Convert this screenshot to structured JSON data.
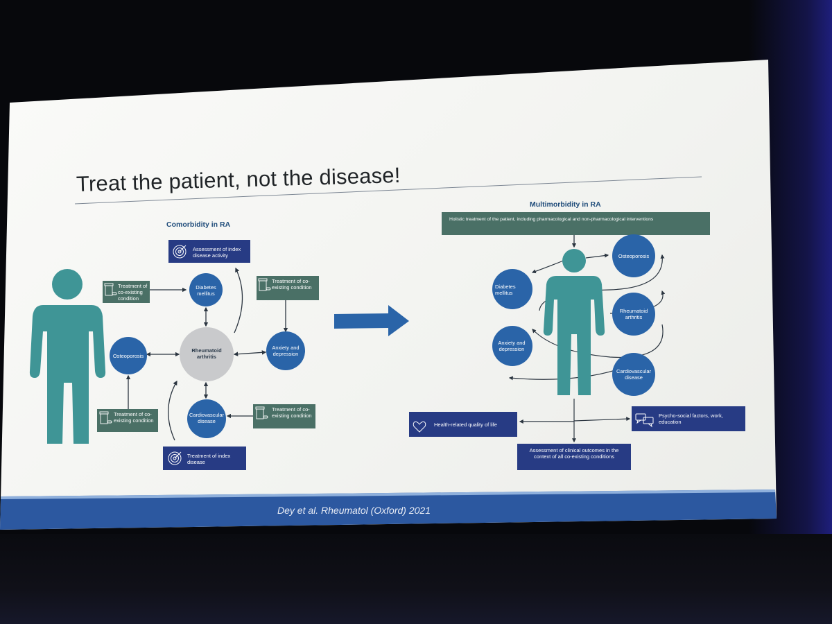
{
  "slide": {
    "title": "Treat the patient, not the disease!",
    "citation": "Dey et al. Rheumatol (Oxford) 2021"
  },
  "left": {
    "heading": "Comorbidity in RA",
    "assessment_box": "Assessment of index disease activity",
    "treatment_box": "Treatment of index disease",
    "coexisting_treatment": "Treatment of co-existing condition",
    "center": "Rheumatoid arthritis",
    "conditions": {
      "diabetes": "Diabetes mellitus",
      "osteoporosis": "Osteoporosis",
      "anxiety": "Anxiety and depression",
      "cardio": "Cardiovascular disease"
    }
  },
  "right": {
    "heading": "Multimorbidity in RA",
    "holistic_box": "Holistic treatment of the patient, including pharmacological and non-pharmacological interventions",
    "conditions": {
      "osteoporosis": "Osteoporosis",
      "diabetes": "Diabetes mellitus",
      "ra": "Rheumatoid arthritis",
      "anxiety": "Anxiety and depression",
      "cardio": "Cardiovascular disease"
    },
    "quality_box": "Health-related quality of life",
    "psycho_box": "Psycho-social factors, work, education",
    "outcomes_box": "Assessment of clinical outcomes in the context of all co-existing conditions"
  },
  "colors": {
    "navy": "#273b84",
    "blue_circle": "#2a64a8",
    "green_box": "#4a7066",
    "teal_figure": "#3f9596",
    "gray_center": "#c9cacc",
    "footer_blue": "#2c58a0"
  }
}
